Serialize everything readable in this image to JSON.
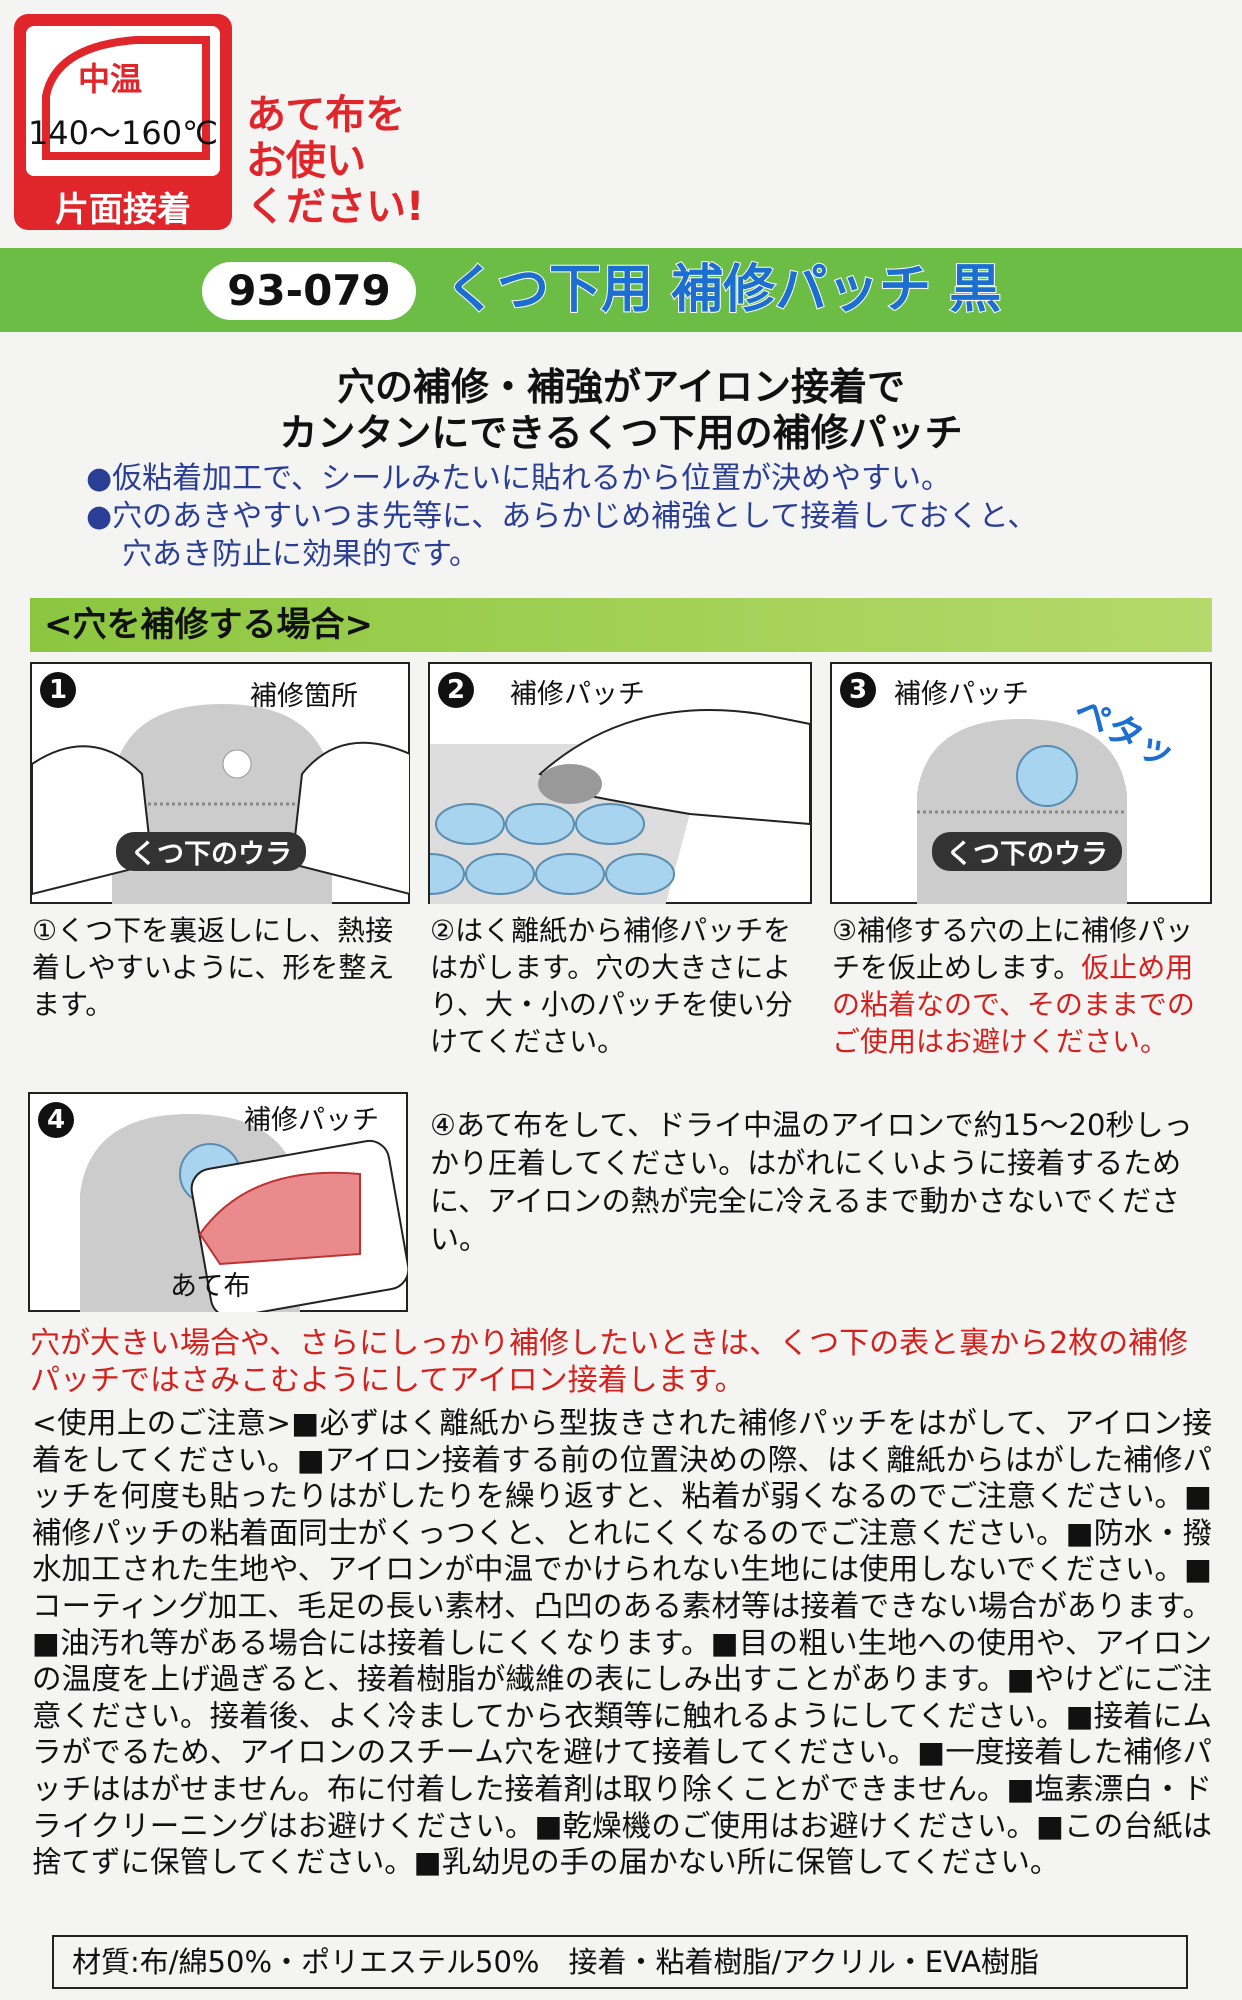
{
  "iron_label": {
    "temp_grade": "中温",
    "temp_range": "140〜160℃",
    "bonding": "片面接着"
  },
  "pressing_cloth_note": [
    "あて布を",
    "お使い",
    "ください!"
  ],
  "product": {
    "code": "93-079",
    "name": "くつ下用 補修パッチ 黒"
  },
  "headline": [
    "穴の補修・補強がアイロン接着で",
    "カンタンにできるくつ下用の補修パッチ"
  ],
  "bullets": [
    "●仮粘着加工で、シールみたいに貼れるから位置が決めやすい。",
    "●穴のあきやすいつま先等に、あらかじめ補強として接着しておくと、",
    "穴あき防止に効果的です。"
  ],
  "section_title": "<穴を補修する場合>",
  "steps": [
    {
      "num": "1",
      "label": "補修箇所",
      "sock_label": "くつ下のウラ",
      "caption": "①くつ下を裏返しにし、熱接着しやすいように、形を整えます。"
    },
    {
      "num": "2",
      "label": "補修パッチ",
      "caption": "②はく離紙から補修パッチをはがします。穴の大きさにより、大・小のパッチを使い分けてください。"
    },
    {
      "num": "3",
      "label": "補修パッチ",
      "sound": "ペタッ",
      "sock_label": "くつ下のウラ",
      "caption": "③補修する穴の上に補修パッチを仮止めします。",
      "caption_warning": "仮止め用の粘着なので、そのままでのご使用はお避けください。"
    },
    {
      "num": "4",
      "label": "補修パッチ",
      "cloth_label": "あて布",
      "caption": "④あて布をして、ドライ中温のアイロンで約15〜20秒しっかり圧着してください。はがれにくいように接着するために、アイロンの熱が完全に冷えるまで動かさないでください。"
    }
  ],
  "large_hole_note": "穴が大きい場合や、さらにしっかり補修したいときは、くつ下の表と裏から2枚の補修パッチではさみこむようにしてアイロン接着します。",
  "precautions": "<使用上のご注意>■必ずはく離紙から型抜きされた補修パッチをはがして、アイロン接着をしてください。■アイロン接着する前の位置決めの際、はく離紙からはがした補修パッチを何度も貼ったりはがしたりを繰り返すと、粘着が弱くなるのでご注意ください。■補修パッチの粘着面同士がくっつくと、とれにくくなるのでご注意ください。■防水・撥水加工された生地や、アイロンが中温でかけられない生地には使用しないでください。■コーティング加工、毛足の長い素材、凸凹のある素材等は接着できない場合があります。■油汚れ等がある場合には接着しにくくなります。■目の粗い生地への使用や、アイロンの温度を上げ過ぎると、接着樹脂が繊維の表にしみ出すことがあります。■やけどにご注意ください。接着後、よく冷ましてから衣類等に触れるようにしてください。■接着にムラがでるため、アイロンのスチーム穴を避けて接着してください。■一度接着した補修パッチははがせません。布に付着した接着剤は取り除くことができません。■塩素漂白・ドライクリーニングはお避けください。■乾燥機のご使用はお避けください。■この台紙は捨てずに保管してください。■乳幼児の手の届かない所に保管してください。",
  "material": "材質:布/綿50%・ポリエステル50%　接着・粘着樹脂/アクリル・EVA樹脂",
  "colors": {
    "red": "#e0262b",
    "green": "#6cbd45",
    "blue": "#1c6fd1",
    "patch": "#a8d4f0"
  }
}
